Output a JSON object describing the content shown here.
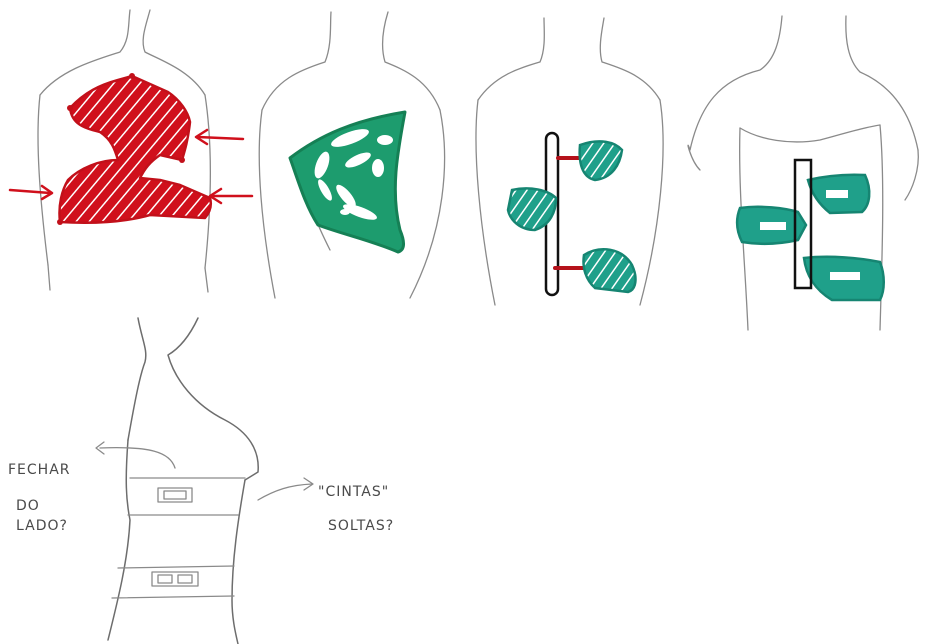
{
  "annotations": {
    "fechar_line1": "FECHAR",
    "fechar_line2": "DO",
    "fechar_line3": "LADO?",
    "cintas_line1": "\"CINTAS\"",
    "cintas_line2": "SOLTAS?"
  },
  "colors": {
    "red_marker": "#d0101c",
    "teal_marker": "#1fa08a",
    "green_marker": "#1d9c6e",
    "pencil": "#8a8a8a",
    "black_marker": "#111111"
  }
}
